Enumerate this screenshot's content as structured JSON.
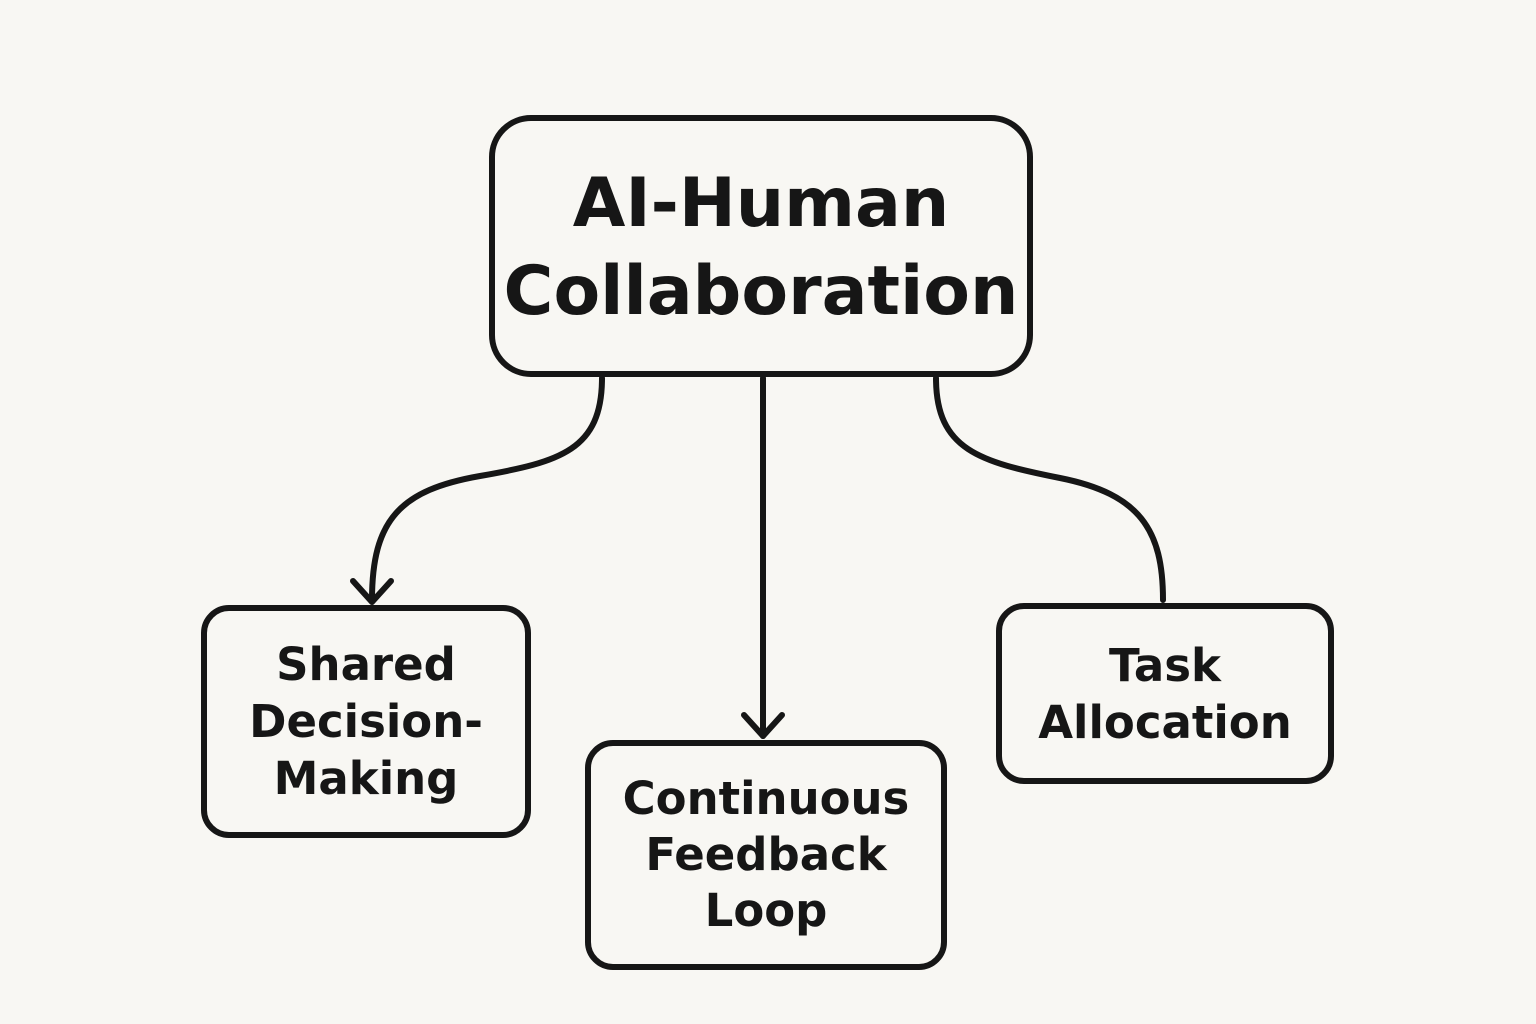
{
  "diagram": {
    "root": {
      "line1": "AI-Human",
      "line2": "Collaboration"
    },
    "children": [
      {
        "line1": "Shared",
        "line2": "Decision-",
        "line3": "Making"
      },
      {
        "line1": "Continuous",
        "line2": "Feedback",
        "line3": "Loop"
      },
      {
        "line1": "Task",
        "line2": "Allocation"
      }
    ]
  },
  "colors": {
    "background": "#f8f7f3",
    "stroke": "#161616"
  }
}
